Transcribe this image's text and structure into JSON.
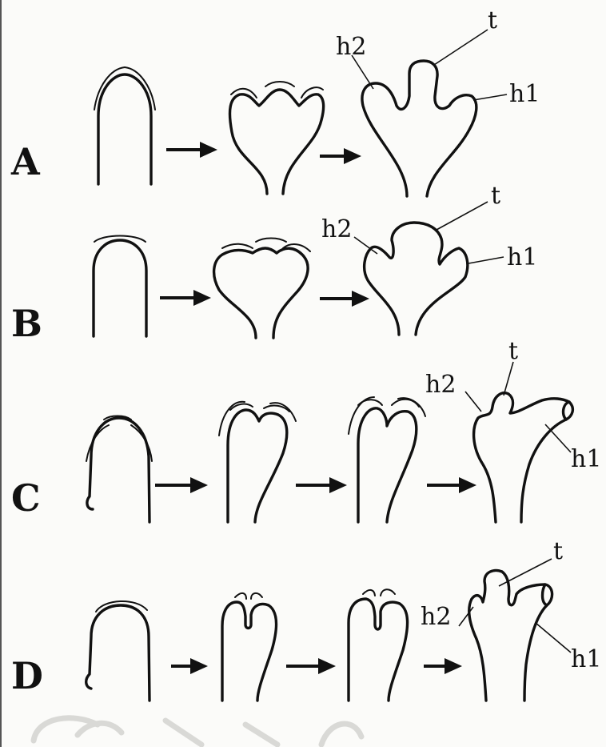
{
  "rows": [
    {
      "id": "A",
      "label": "A",
      "t": "t",
      "h1": "h1",
      "h2": "h2"
    },
    {
      "id": "B",
      "label": "B",
      "t": "t",
      "h1": "h1",
      "h2": "h2"
    },
    {
      "id": "C",
      "label": "C",
      "t": "t",
      "h1": "h1",
      "h2": "h2"
    },
    {
      "id": "D",
      "label": "D",
      "t": "t",
      "h1": "h1",
      "h2": "h2"
    }
  ],
  "colors": {
    "ink": "#111111",
    "paper": "#fbfbf9",
    "watermark": "#d9d9d6"
  }
}
